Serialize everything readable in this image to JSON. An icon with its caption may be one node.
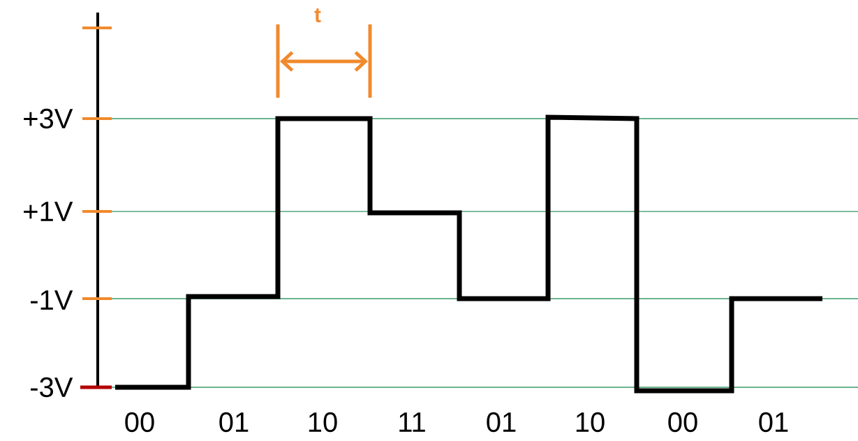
{
  "diagram": {
    "labels": [
      "t",
      "+3V",
      "+1V",
      "-1V",
      "-3V",
      "00",
      "01",
      "10",
      "11",
      "01",
      "10",
      "00",
      "01"
    ]
  }
}
